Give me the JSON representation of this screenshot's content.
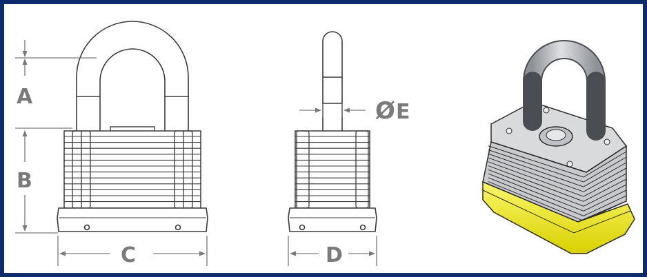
{
  "figure": {
    "title": "",
    "views": [
      "front-view",
      "side-view",
      "isometric-view"
    ]
  },
  "dimensions": {
    "a": "A",
    "b": "B",
    "c": "C",
    "d": "D",
    "e": "E",
    "diameter_symbol": "Ø"
  },
  "colors": {
    "frame": "#0d2a6b",
    "line": "#3a3a3a",
    "dimension": "#7a7a7a",
    "body_fill": "#ffffff",
    "shackle_3d": "#b9bcc0",
    "plates_3d": "#c8cacd",
    "bumper_3d": "#f3ef1a"
  }
}
